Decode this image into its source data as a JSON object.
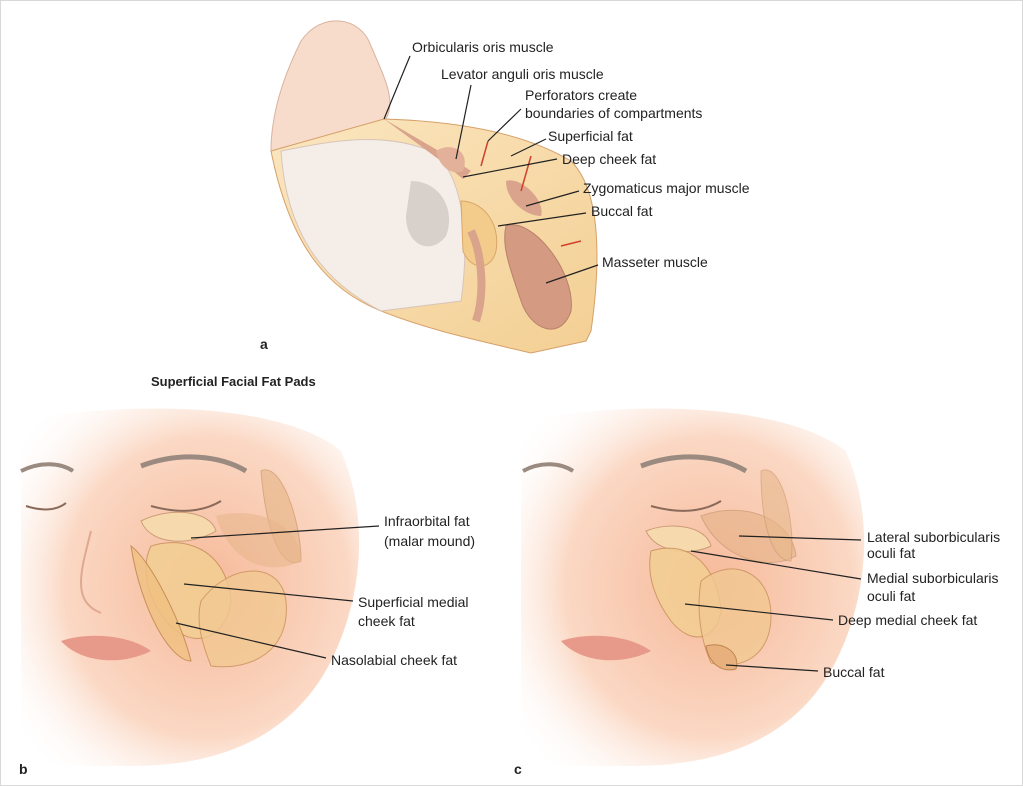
{
  "panel_a": {
    "letter": "a",
    "labels": {
      "orbicularis": "Orbicularis oris muscle",
      "levator": "Levator anguli oris muscle",
      "perforators_1": "Perforators create",
      "perforators_2": "boundaries of compartments",
      "superficial_fat": "Superficial fat",
      "deep_cheek_fat": "Deep cheek fat",
      "zygomaticus": "Zygomaticus major muscle",
      "buccal_fat": "Buccal fat",
      "masseter": "Masseter muscle"
    }
  },
  "section_title": "Superficial Facial Fat Pads",
  "panel_b": {
    "letter": "b",
    "labels": {
      "infraorbital_1": "Infraorbital fat",
      "infraorbital_2": "(malar mound)",
      "sup_medial_1": "Superficial medial",
      "sup_medial_2": "cheek fat",
      "nasolabial": "Nasolabial cheek fat"
    }
  },
  "panel_c": {
    "letter": "c",
    "labels": {
      "lateral_soof_1": "Lateral suborbicularis",
      "lateral_soof_2": "oculi fat",
      "medial_soof_1": "Medial suborbicularis",
      "medial_soof_2": "oculi fat",
      "deep_medial": "Deep medial cheek fat",
      "buccal_fat": "Buccal fat"
    }
  },
  "colors": {
    "fat": "#f6d7a0",
    "muscle": "#d9a38c",
    "skin": "#f7c9ae",
    "bone": "#f3ece6",
    "perforator": "#d0402a"
  }
}
